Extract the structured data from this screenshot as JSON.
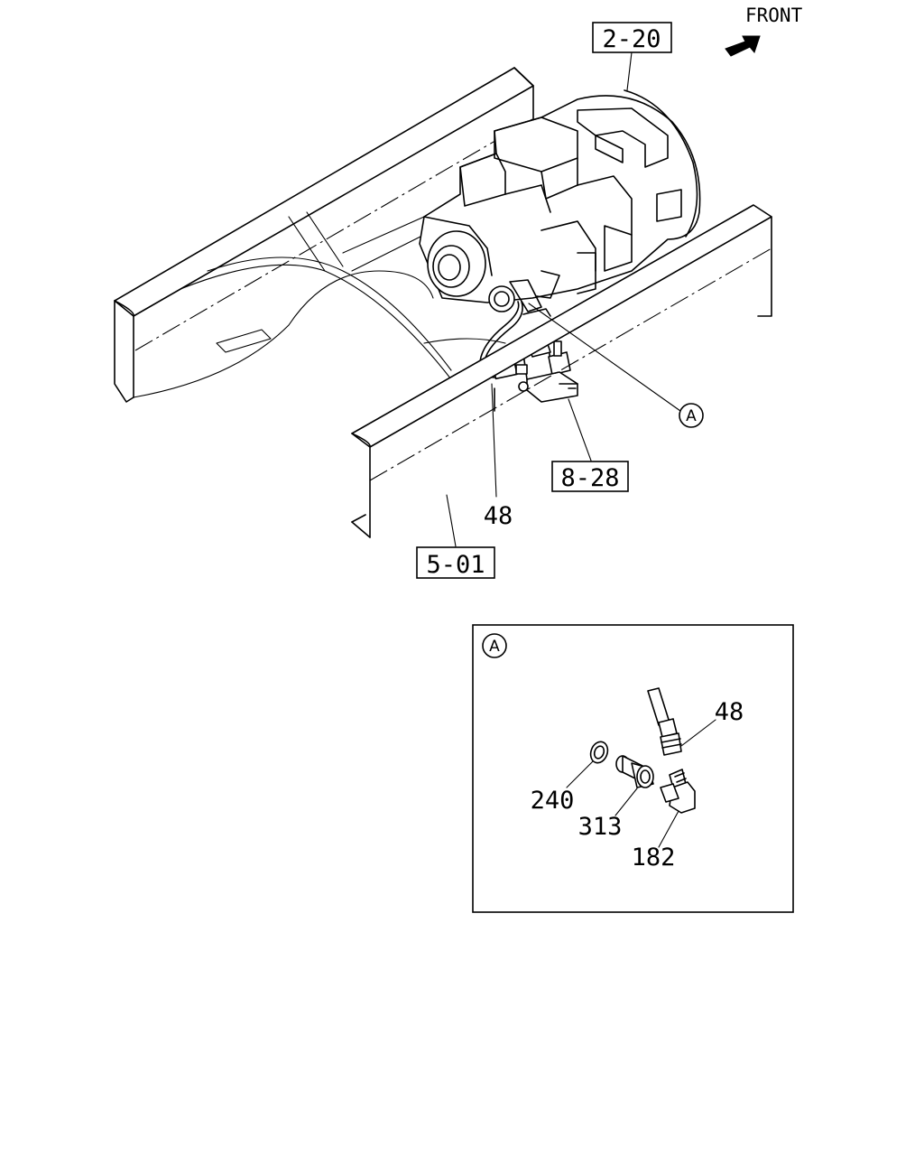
{
  "direction": {
    "label": "FRONT",
    "icon": "front-arrow-icon"
  },
  "callouts": {
    "transmission_ref": "2-20",
    "valve_ref": "8-28",
    "frame_ref": "5-01",
    "harness_main": "48",
    "detail_marker": "A"
  },
  "detail_view": {
    "marker": "A",
    "parts": {
      "harness": "48",
      "washer": "240",
      "adapter": "313",
      "elbow": "182"
    }
  }
}
